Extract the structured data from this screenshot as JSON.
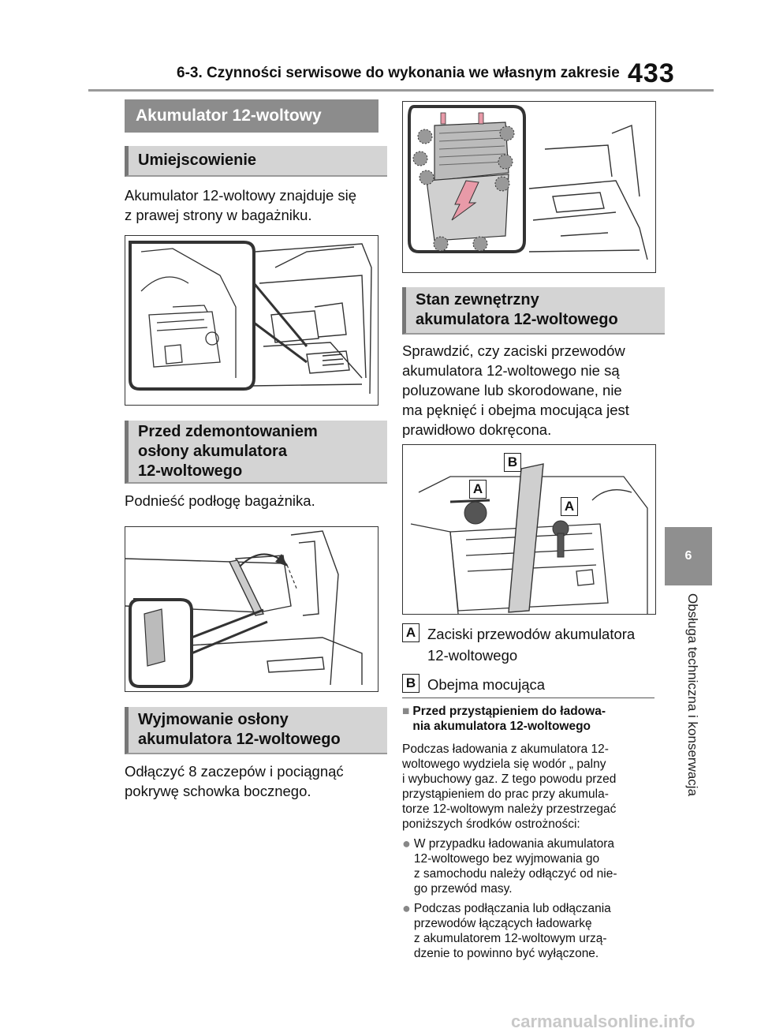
{
  "header": {
    "title": "6-3. Czynności serwisowe do wykonania we własnym zakresie",
    "page_number": "433"
  },
  "side_tab": {
    "number": "6",
    "label": "Obsługa techniczna i konserwacja"
  },
  "left": {
    "main_heading": "Akumulator 12-woltowy",
    "sec1_heading": "Umiejscowienie",
    "sec1_line1": "Akumulator 12-woltowy znajduje się",
    "sec1_line2": "z prawej strony w bagażniku.",
    "sec2_heading_l1": "Przed zdemontowaniem",
    "sec2_heading_l2": "osłony akumulatora",
    "sec2_heading_l3": "12-woltowego",
    "sec2_text": "Podnieść podłogę bagażnika.",
    "sec3_heading_l1": "Wyjmowanie osłony",
    "sec3_heading_l2": "akumulatora 12-woltowego",
    "sec3_line1": "Odłączyć 8 zaczepów i pociągnąć",
    "sec3_line2": "pokrywę schowka bocznego."
  },
  "right": {
    "sec4_heading_l1": "Stan zewnętrzny",
    "sec4_heading_l2": "akumulatora 12-woltowego",
    "sec4_lines": [
      "Sprawdzić, czy zaciski przewodów",
      "akumulatora 12-woltowego nie są",
      "poluzowane lub skorodowane, nie",
      "ma pęknięć i obejma mocująca jest",
      "prawidłowo dokręcona."
    ],
    "fig_labels": {
      "a": "A",
      "b": "B"
    },
    "legend": [
      {
        "key": "A",
        "line1": "Zaciski przewodów akumulatora",
        "line2": "12-woltowego"
      },
      {
        "key": "B",
        "line1": "Obejma mocująca",
        "line2": ""
      }
    ],
    "note_marker": "■",
    "note_heading_l1": "Przed przystąpieniem do ładowa-",
    "note_heading_l2": "nia akumulatora 12-woltowego",
    "note_lines": [
      "Podczas ładowania z akumulatora 12-",
      "woltowego wydziela się wodór „ palny",
      "i wybuchowy gaz. Z tego powodu przed",
      "przystąpieniem do prac przy akumula-",
      "torze 12-woltowym należy przestrzegać",
      "poniższych środków ostrożności:"
    ],
    "bullet_marker": "●",
    "bullet1_lines": [
      "W przypadku ładowania akumulatora",
      "12-woltowego bez wyjmowania go",
      "z samochodu należy odłączyć od nie-",
      "go przewód masy."
    ],
    "bullet2_lines": [
      "Podczas podłączania lub odłączania",
      "przewodów łączących ładowarkę",
      "z akumulatorem 12-woltowym urzą-",
      "dzenie to powinno być wyłączone."
    ]
  },
  "footer": {
    "watermark": "carmanualsonline.info"
  },
  "colors": {
    "dark_heading": "#8c8c8c",
    "light_heading": "#d4d4d4",
    "side_tab": "#8f8f8f",
    "arrow_pink": "#e89aa8"
  }
}
